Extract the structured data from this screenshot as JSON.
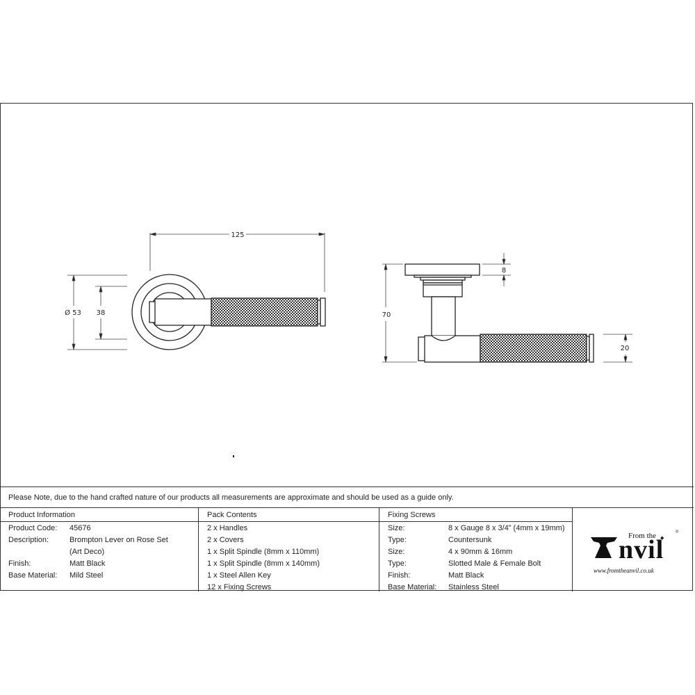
{
  "note": "Please Note, due to the hand crafted nature of our products all measurements are approximate and should be used as a guide only.",
  "drawing": {
    "front_view": {
      "dimensions": {
        "length": "125",
        "rose_diameter": "Ø 53",
        "inner_rose": "38"
      }
    },
    "side_view": {
      "dimensions": {
        "rose_thickness": "8",
        "projection": "70",
        "handle_diameter": "20"
      }
    }
  },
  "product_information": {
    "header": "Product Information",
    "rows": [
      {
        "label": "Product Code:",
        "value": "45676"
      },
      {
        "label": "Description:",
        "value": "Brompton Lever on Rose Set"
      },
      {
        "label": "",
        "value": "(Art Deco)"
      },
      {
        "label": "Finish:",
        "value": "Matt Black"
      },
      {
        "label": "Base Material:",
        "value": "Mild Steel"
      }
    ]
  },
  "pack_contents": {
    "header": "Pack Contents",
    "items": [
      "2 x Handles",
      "2 x Covers",
      "1 x Split Spindle (8mm x 110mm)",
      "1 x Split Spindle (8mm x 140mm)",
      "1 x Steel Allen Key",
      "12 x Fixing Screws"
    ]
  },
  "fixing_screws": {
    "header": "Fixing Screws",
    "rows": [
      {
        "label": "Size:",
        "value": "8 x Gauge 8 x 3/4” (4mm x 19mm)"
      },
      {
        "label": "Type:",
        "value": "Countersunk"
      },
      {
        "label": "Size:",
        "value": "4 x 90mm & 16mm"
      },
      {
        "label": "Type:",
        "value": "Slotted Male & Female Bolt"
      },
      {
        "label": "Finish:",
        "value": "Matt Black"
      },
      {
        "label": "Base Material:",
        "value": "Stainless Steel"
      }
    ]
  },
  "logo": {
    "from_the": "From the",
    "brand": "Anvil",
    "registered": "®",
    "url": "www.fromtheanvil.co.uk"
  }
}
